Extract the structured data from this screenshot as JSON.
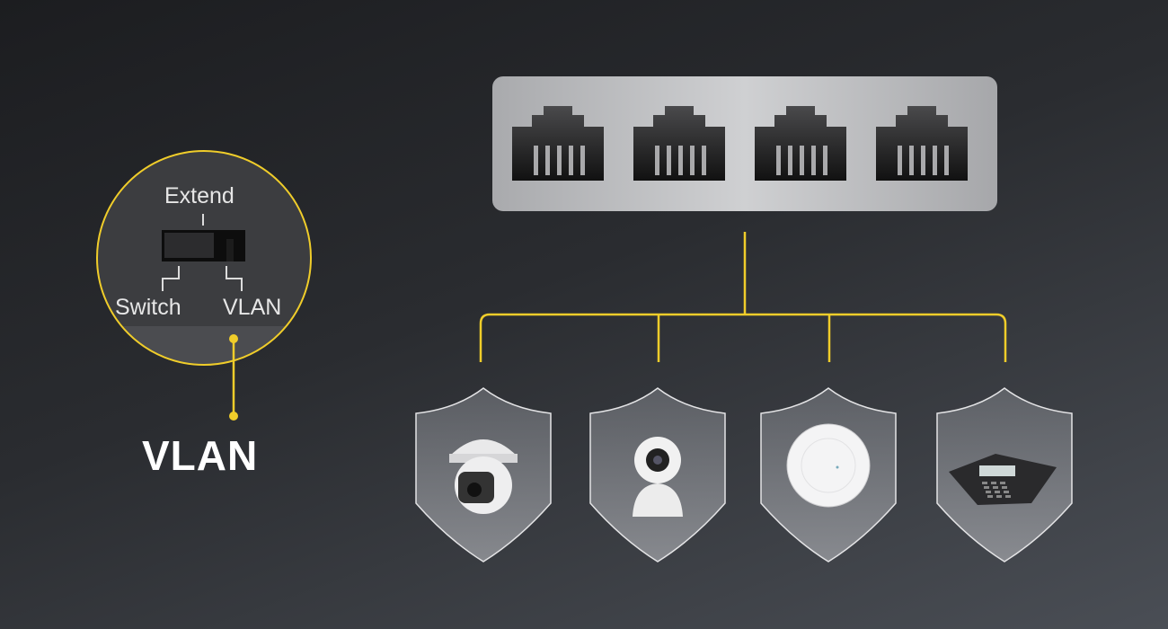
{
  "toggle": {
    "positions": [
      "Extend",
      "Switch",
      "VLAN"
    ],
    "extend_label": "Extend",
    "switch_label": "Switch",
    "vlan_label": "VLAN",
    "selected": "VLAN"
  },
  "title": "VLAN",
  "switch_panel": {
    "port_count": 4
  },
  "devices": [
    {
      "name": "dome-camera-icon"
    },
    {
      "name": "indoor-camera-icon"
    },
    {
      "name": "access-point-icon"
    },
    {
      "name": "conference-phone-icon"
    }
  ],
  "colors": {
    "accent": "#f0cd2a",
    "panel": "#c4c5c8",
    "port": "#1e1e1e"
  }
}
